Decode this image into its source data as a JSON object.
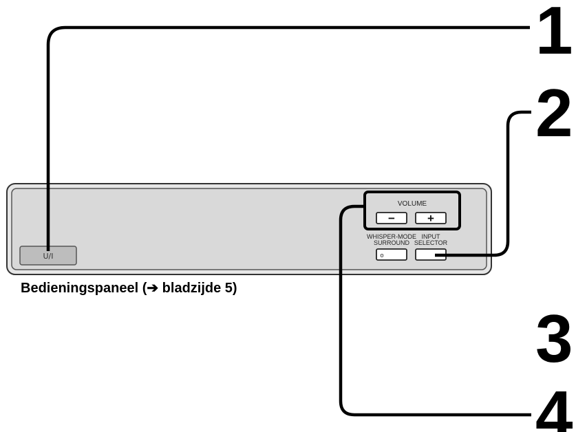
{
  "callouts": [
    "1",
    "2",
    "3",
    "4"
  ],
  "power_button_label": "ᑌ/I",
  "volume": {
    "label": "VOLUME",
    "minus": "−",
    "plus": "+"
  },
  "whisper_mode": {
    "line1": "WHISPER-MODE",
    "line2": "SURROUND",
    "indicator": "o"
  },
  "input_selector": {
    "line1": "INPUT",
    "line2": "SELECTOR"
  },
  "caption": "Bedieningspaneel (➔ bladzijde 5)",
  "colors": {
    "panel_fill": "#d9d9d9",
    "panel_outline": "#333333",
    "button_fill": "#bdbdbd",
    "leader_line": "#000000"
  }
}
